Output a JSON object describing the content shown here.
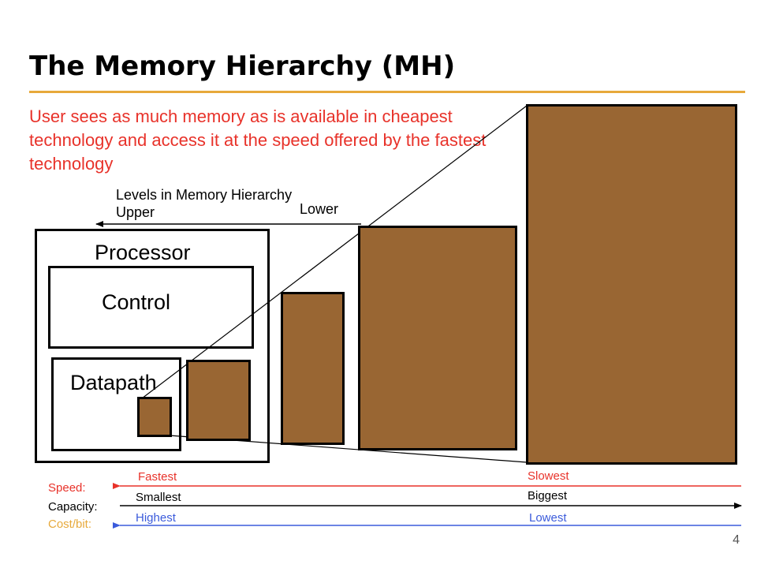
{
  "slide": {
    "title": "The Memory Hierarchy (MH)",
    "subtitle": "User sees as much memory as is available in cheapest technology and access it at the speed offered by the fastest technology",
    "page_number": "4"
  },
  "levels": {
    "heading": "Levels in Memory Hierarchy",
    "upper": "Upper",
    "lower": "Lower"
  },
  "processor": {
    "label": "Processor",
    "control_label": "Control",
    "datapath_label": "Datapath"
  },
  "scales": {
    "speed": {
      "label": "Speed:",
      "left": "Fastest",
      "right": "Slowest",
      "color": "#e8322a"
    },
    "capacity": {
      "label": "Capacity:",
      "left": "Smallest",
      "right": "Biggest",
      "color": "#000000"
    },
    "cost": {
      "label": "Cost/bit:",
      "left": "Highest",
      "right": "Lowest",
      "color": "#e7a93b",
      "value_color": "#3b5bdb"
    }
  },
  "colors": {
    "accent": "#e7a93b",
    "subtitle": "#e8322a",
    "memory_fill": "#996633"
  }
}
